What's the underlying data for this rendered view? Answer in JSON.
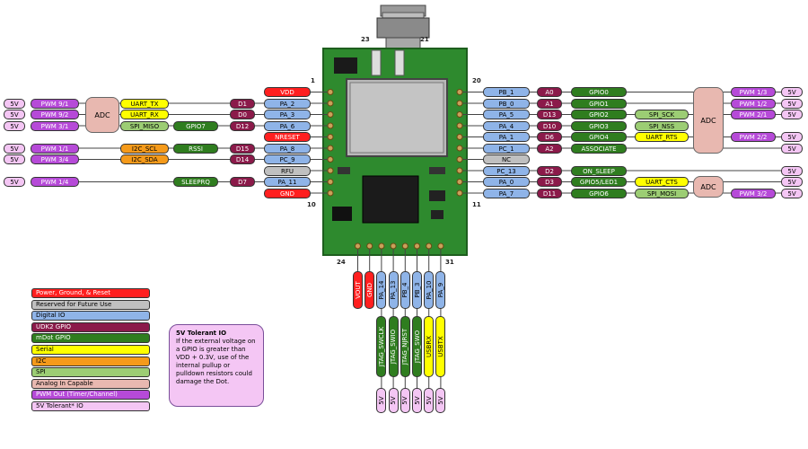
{
  "colors": {
    "power": "#ff1f1f",
    "reserved": "#c0c0c0",
    "digital": "#8fb4e8",
    "udk2": "#8b1a4a",
    "mdot": "#2f7d1f",
    "serial": "#ffff00",
    "i2c": "#f59a1a",
    "spi": "#9ccd74",
    "analog": "#e8b8b0",
    "pwm": "#b64ad8",
    "tolerant": "#f4c6f4"
  },
  "module": {
    "pin_numbers": {
      "top_left": "23",
      "top_right": "21",
      "left_top": "1",
      "right_top": "20",
      "left_bottom": "10",
      "right_bottom": "11",
      "bottom_left": "24",
      "bottom_right": "31"
    }
  },
  "left_pins": [
    {
      "pin": "VDD",
      "udk": "",
      "cells": [],
      "adc": false
    },
    {
      "pin": "PA_2",
      "udk": "D1",
      "cells": [
        {
          "t": "UART_TX",
          "c": "serial"
        }
      ],
      "pwm": "PWM 9/1",
      "v5": "5V",
      "adc": true
    },
    {
      "pin": "PA_3",
      "udk": "D0",
      "cells": [
        {
          "t": "UART_RX",
          "c": "serial"
        }
      ],
      "pwm": "PWM 9/2",
      "v5": "5V",
      "adc": true
    },
    {
      "pin": "PA_6",
      "udk": "D12",
      "cells": [
        {
          "t": "SPI_MISO",
          "c": "spi"
        },
        {
          "t": "GPIO7",
          "c": "mdot"
        }
      ],
      "pwm": "PWM 3/1",
      "v5": "5V",
      "adc": true
    },
    {
      "pin": "NRESET",
      "udk": "",
      "cells": [],
      "adc": false
    },
    {
      "pin": "PA_8",
      "udk": "D15",
      "cells": [
        {
          "t": "I2C_SCL",
          "c": "i2c"
        },
        {
          "t": "RSSI",
          "c": "mdot"
        }
      ],
      "pwm": "PWM 1/1",
      "v5": "5V",
      "adc": false
    },
    {
      "pin": "PC_9",
      "udk": "D14",
      "cells": [
        {
          "t": "I2C_SDA",
          "c": "i2c"
        }
      ],
      "pwm": "PWM 3/4",
      "v5": "5V",
      "adc": false
    },
    {
      "pin": "RFU",
      "udk": "",
      "cells": [],
      "adc": false
    },
    {
      "pin": "PA_11",
      "udk": "D7",
      "cells": [
        {
          "t": "SLEEPRQ",
          "c": "mdot"
        }
      ],
      "pwm": "PWM 1/4",
      "v5": "5V",
      "adc": false
    },
    {
      "pin": "GND",
      "udk": "",
      "cells": [],
      "adc": false
    }
  ],
  "adc_label": "ADC",
  "right_pins": [
    {
      "pin": "PB_1",
      "udk": "A0",
      "mdot": "GPIO0",
      "extra": "",
      "pwm": "PWM 1/3",
      "v5": "5V"
    },
    {
      "pin": "PB_0",
      "udk": "A1",
      "mdot": "GPIO1",
      "extra": "",
      "pwm": "PWM 1/2",
      "v5": "5V"
    },
    {
      "pin": "PA_5",
      "udk": "D13",
      "mdot": "GPIO2",
      "extra": "SPI_SCK",
      "extra_c": "spi",
      "pwm": "PWM 2/1",
      "v5": "5V"
    },
    {
      "pin": "PA_4",
      "udk": "D10",
      "mdot": "GPIO3",
      "extra": "SPI_NSS",
      "extra_c": "spi",
      "pwm": "",
      "v5": ""
    },
    {
      "pin": "PA_1",
      "udk": "D6",
      "mdot": "GPIO4",
      "extra": "UART_RTS",
      "extra_c": "serial",
      "pwm": "PWM 2/2",
      "v5": "5V"
    },
    {
      "pin": "PC_1",
      "udk": "A2",
      "mdot": "ASSOCIATE",
      "extra": "",
      "pwm": "",
      "v5": "5V"
    },
    {
      "pin": "NC",
      "udk": "",
      "mdot": "",
      "extra": "",
      "pwm": "",
      "v5": ""
    },
    {
      "pin": "PC_13",
      "udk": "D2",
      "mdot": "ON_SLEEP",
      "extra": "",
      "pwm": "",
      "v5": "5V"
    },
    {
      "pin": "PA_0",
      "udk": "D3",
      "mdot": "GPIO5/LED1",
      "extra": "UART_CTS",
      "extra_c": "serial",
      "pwm": "",
      "v5": "5V"
    },
    {
      "pin": "PA_7",
      "udk": "D11",
      "mdot": "GPIO6",
      "extra": "SPI_MOSI",
      "extra_c": "spi",
      "pwm": "PWM 3/2",
      "v5": "5V"
    }
  ],
  "bottom_pins": [
    {
      "pin": "VOUT",
      "c": "power",
      "func": "",
      "v5": ""
    },
    {
      "pin": "GND",
      "c": "power",
      "func": "",
      "v5": ""
    },
    {
      "pin": "PA_14",
      "c": "digital",
      "func": "JTAG_SWCLK",
      "fc": "mdot",
      "v5": "5V"
    },
    {
      "pin": "PA_13",
      "c": "digital",
      "func": "JTAG_SWIO",
      "fc": "mdot",
      "v5": "5V"
    },
    {
      "pin": "PB_4",
      "c": "digital",
      "func": "JTAG_NJRST",
      "fc": "mdot",
      "v5": "5V"
    },
    {
      "pin": "PB_3",
      "c": "digital",
      "func": "JTAG_SWO",
      "fc": "mdot",
      "v5": "5V"
    },
    {
      "pin": "PA_10",
      "c": "digital",
      "func": "USBRX",
      "fc": "serial",
      "v5": "5V"
    },
    {
      "pin": "PA_9",
      "c": "digital",
      "func": "USBTX",
      "fc": "serial",
      "v5": "5V"
    }
  ],
  "legend": [
    {
      "label": "Power, Ground, & Reset",
      "c": "power",
      "dark": true
    },
    {
      "label": "Reserved for Future Use",
      "c": "reserved",
      "dark": false
    },
    {
      "label": "Digital IO",
      "c": "digital",
      "dark": false
    },
    {
      "label": "UDK2 GPIO",
      "c": "udk2",
      "dark": true
    },
    {
      "label": "mDot GPIO",
      "c": "mdot",
      "dark": true
    },
    {
      "label": "Serial",
      "c": "serial",
      "dark": false
    },
    {
      "label": "I2C",
      "c": "i2c",
      "dark": false
    },
    {
      "label": "SPI",
      "c": "spi",
      "dark": false
    },
    {
      "label": "Analog In Capable",
      "c": "analog",
      "dark": false
    },
    {
      "label": "PWM Out (Timer/Channel)",
      "c": "pwm",
      "dark": true
    },
    {
      "label": "5V Tolerant* IO",
      "c": "tolerant",
      "dark": false
    }
  ],
  "note": {
    "title": "5V Tolerant IO",
    "body": "If the external voltage on a GPIO is greater than VDD + 0.3V, use of the internal pullup or pulldown resistors could damage the Dot."
  }
}
